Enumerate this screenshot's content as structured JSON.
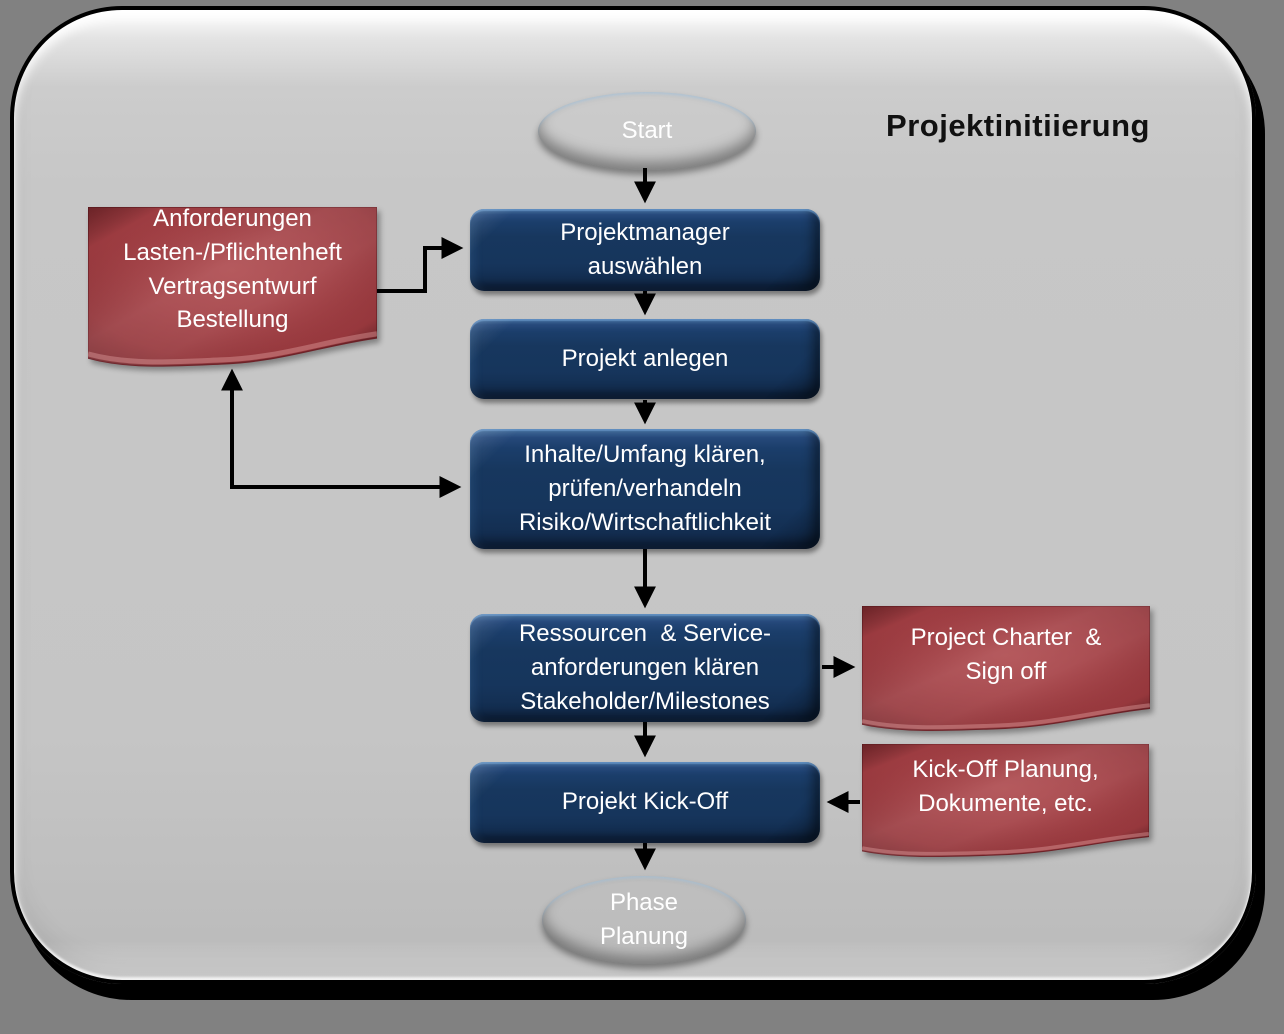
{
  "page": {
    "title": "Projektinitiierung"
  },
  "flowchart": {
    "start": {
      "label": "Start"
    },
    "steps": [
      {
        "label": "Projektmanager\nauswählen"
      },
      {
        "label": "Projekt anlegen"
      },
      {
        "label": "Inhalte/Umfang klären,\nprüfen/verhandeln\nRisiko/Wirtschaftlichkeit"
      },
      {
        "label": "Ressourcen  & Service-\nanforderungen klären\nStakeholder/Milestones"
      },
      {
        "label": "Projekt Kick-Off"
      }
    ],
    "end": {
      "label": "Phase\nPlanung"
    },
    "documents": [
      {
        "label": "Anforderungen\nLasten-/Pflichtenheft\nVertragsentwurf\nBestellung"
      },
      {
        "label": "Project Charter  &\nSign off"
      },
      {
        "label": "Kick-Off Planung,\nDokumente, etc."
      }
    ],
    "colors": {
      "process_fill": "#17375E",
      "document_fill": "#A34045",
      "terminator_fill": "#204574",
      "canvas_fill": "#C6C6C6",
      "outer_background": "#818181",
      "arrow": "#000000",
      "node_text": "#FFFFFF",
      "title_text": "#111111"
    }
  }
}
